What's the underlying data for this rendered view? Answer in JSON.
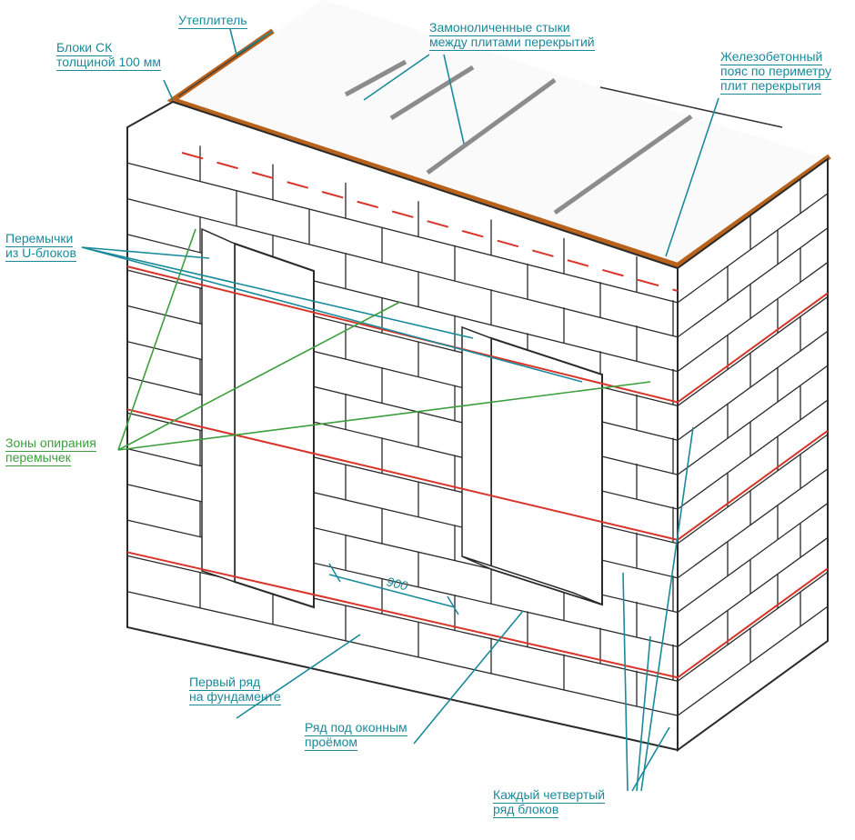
{
  "labels": {
    "insulation": "Утеплитель",
    "blocks": "Блоки СК\nтолщиной 100 мм",
    "joints": "Замоноличенные стыки\nмежду плитами перекрытий",
    "belt": "Железобетонный\nпояс по периметру\nплит перекрытия",
    "lintels": "Перемычки\nиз U-блоков",
    "support": "Зоны опирания\nперемычек",
    "first_row": "Первый ряд\nна фундаменте",
    "under_window": "Ряд под оконным\nпроёмом",
    "every_fourth": "Каждый четвертый\nряд блоков",
    "dimension": "900"
  },
  "colors": {
    "callout": "#1a8a9a",
    "support_callout": "#3c9e3c",
    "reinforcement": "#d8342a",
    "insulation": "#b8621c",
    "outline": "#2a2a2a"
  }
}
